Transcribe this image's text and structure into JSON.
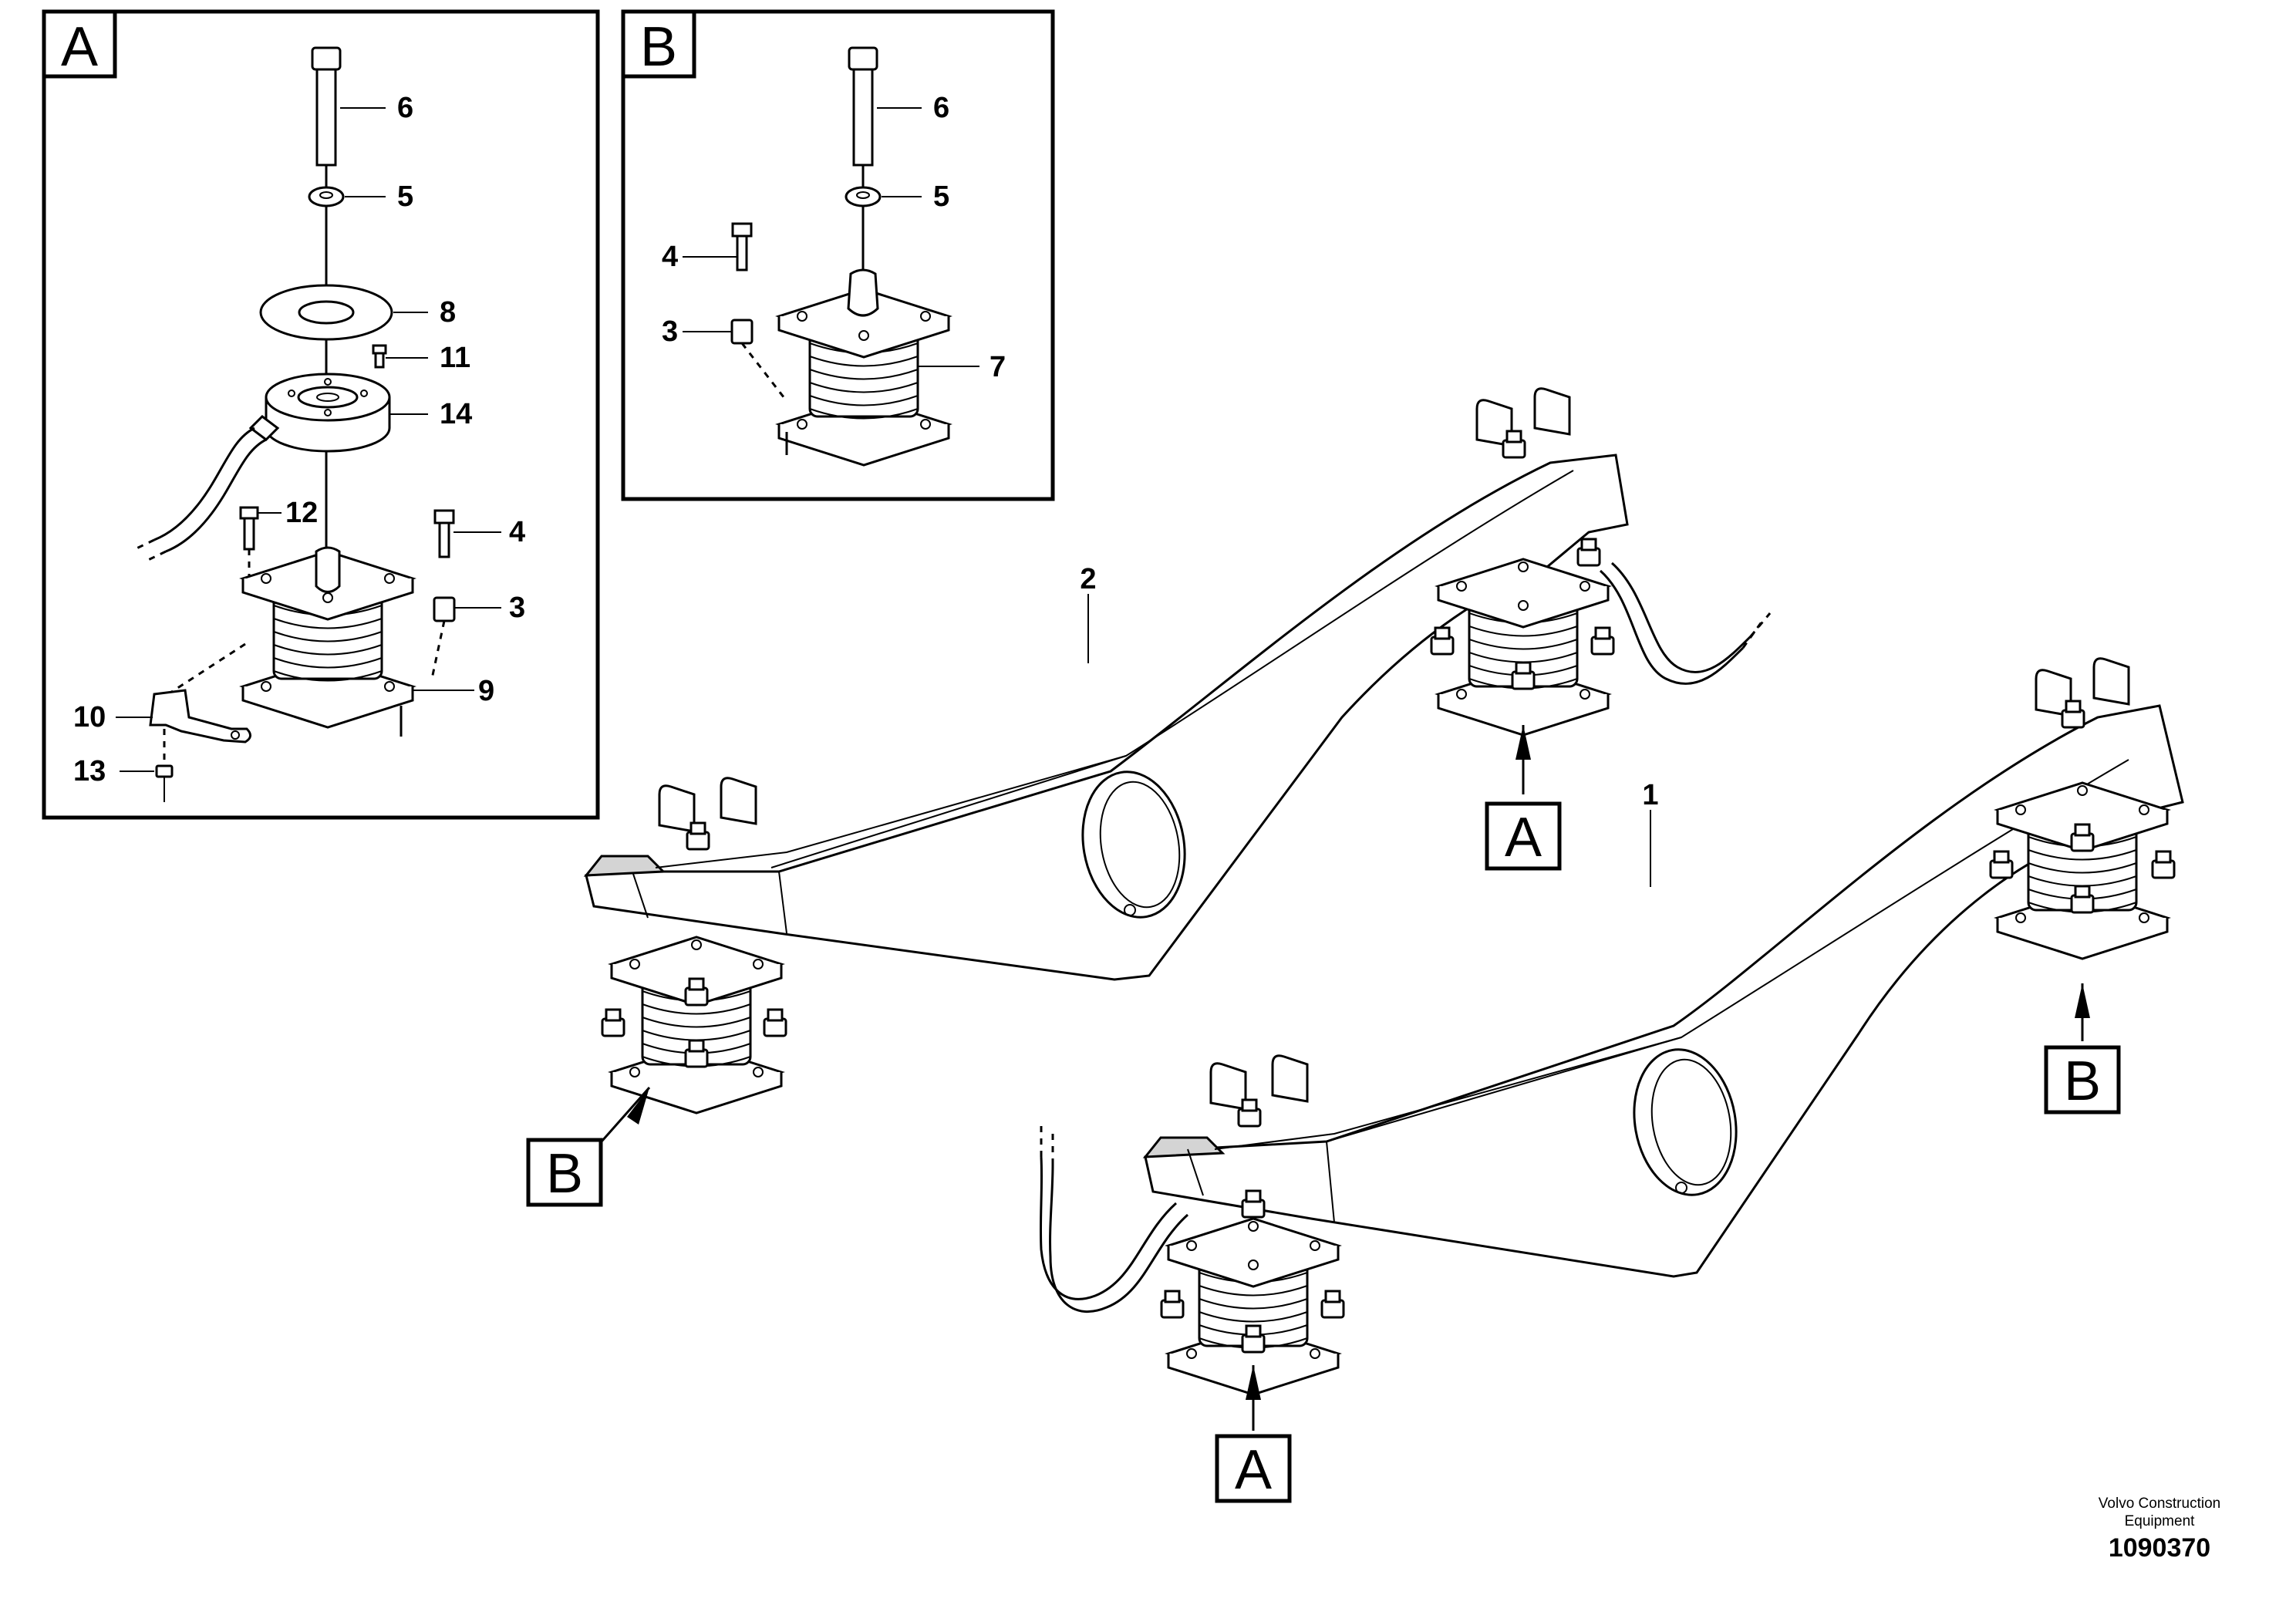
{
  "inset_a": {
    "letter": "A",
    "callouts": {
      "bolt": "6",
      "washer": "5",
      "plate_washer": "8",
      "screw_small": "11",
      "load_cell": "14",
      "screw_upper": "12",
      "flange_screw": "4",
      "spacer": "3",
      "bracket": "10",
      "nut": "13",
      "rubber_mount": "9"
    }
  },
  "inset_b": {
    "letter": "B",
    "callouts": {
      "bolt": "6",
      "washer": "5",
      "flange_screw": "4",
      "spacer": "3",
      "rubber_mount": "7"
    }
  },
  "main": {
    "frame_rear_label": "2",
    "frame_front_label": "1",
    "pointers": [
      "A",
      "B",
      "B",
      "A"
    ]
  },
  "footer": {
    "company_line1": "Volvo Construction",
    "company_line2": "Equipment",
    "drawing_number": "1090370"
  }
}
